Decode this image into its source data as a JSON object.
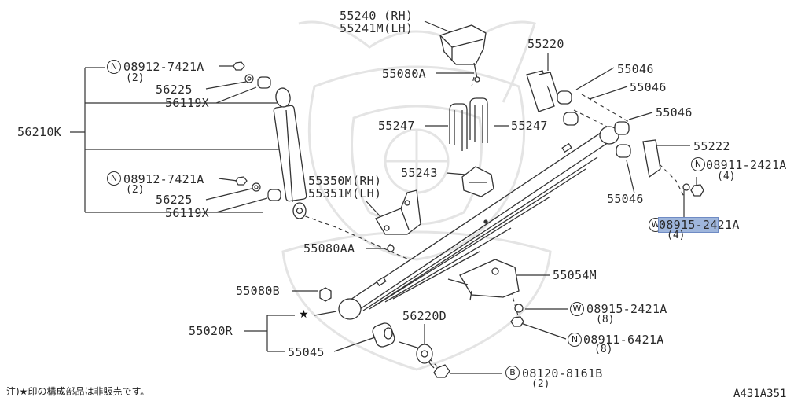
{
  "labels": {
    "p55240": "55240 (RH)",
    "p55241": "55241M(LH)",
    "p55220": "55220",
    "p55080a": "55080A",
    "p55046a": "55046",
    "p55046b": "55046",
    "p55046c": "55046",
    "p55046d": "55046",
    "p55247l": "55247",
    "p55247r": "55247",
    "p55222": "55222",
    "p08911_2421": "08911-2421A",
    "p08911_2421_qty": "(4)",
    "p08915_2421_hl": "08915-24",
    "p08915_2421_rest": "21A",
    "p08915_2421_qty": "(4)",
    "p55243": "55243",
    "p55350": "55350M(RH)",
    "p55351": "55351M(LH)",
    "p56210k": "56210K",
    "p08912_a": "08912-7421A",
    "p08912_a_qty": "(2)",
    "p56225_a": "56225",
    "p56119x_a": "56119X",
    "p08912_b": "08912-7421A",
    "p08912_b_qty": "(2)",
    "p56225_b": "56225",
    "p56119x_b": "56119X",
    "p55080aa": "55080AA",
    "p55054m": "55054M",
    "p55080b": "55080B",
    "p55020r": "55020R",
    "p55045": "55045",
    "p56220d": "56220D",
    "p08915_b": "08915-2421A",
    "p08915_b_qty": "(8)",
    "p08911_6421": "08911-6421A",
    "p08911_6421_qty": "(8)",
    "p08120": "08120-8161B",
    "p08120_qty": "(2)"
  },
  "circle_letters": {
    "N": "N",
    "W": "W",
    "B": "B"
  },
  "star": "★",
  "footnote": "注)★印の構成部品は非販売です。",
  "figure_id": "A431A351",
  "colors": {
    "line": "#333333",
    "highlight": "#9fb6dc",
    "watermark": "#e6e6e6"
  }
}
